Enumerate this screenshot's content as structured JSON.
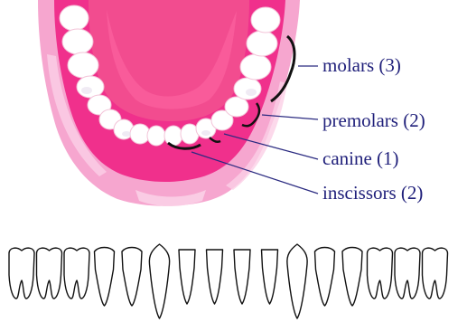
{
  "labels": {
    "molars": "molars (3)",
    "premolars": "premolars (2)",
    "canine": "canine (1)",
    "incisors": "inscissors (2)"
  },
  "colors": {
    "gum": "#f0308c",
    "gum_light": "#f6a6cf",
    "mouth": "#f24c8f",
    "label_text": "#1f1f7a",
    "leader_line": "#2a2a80",
    "bracket": "#111111",
    "tooth_outline": "#111111"
  }
}
